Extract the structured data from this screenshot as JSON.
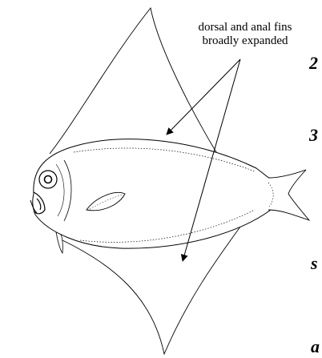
{
  "annotation": {
    "line1": "dorsal and anal fins",
    "line2": "broadly expanded"
  },
  "edge_glyphs": [
    "2",
    "3",
    "s",
    "a"
  ],
  "colors": {
    "ink": "#000000",
    "background": "#ffffff"
  }
}
